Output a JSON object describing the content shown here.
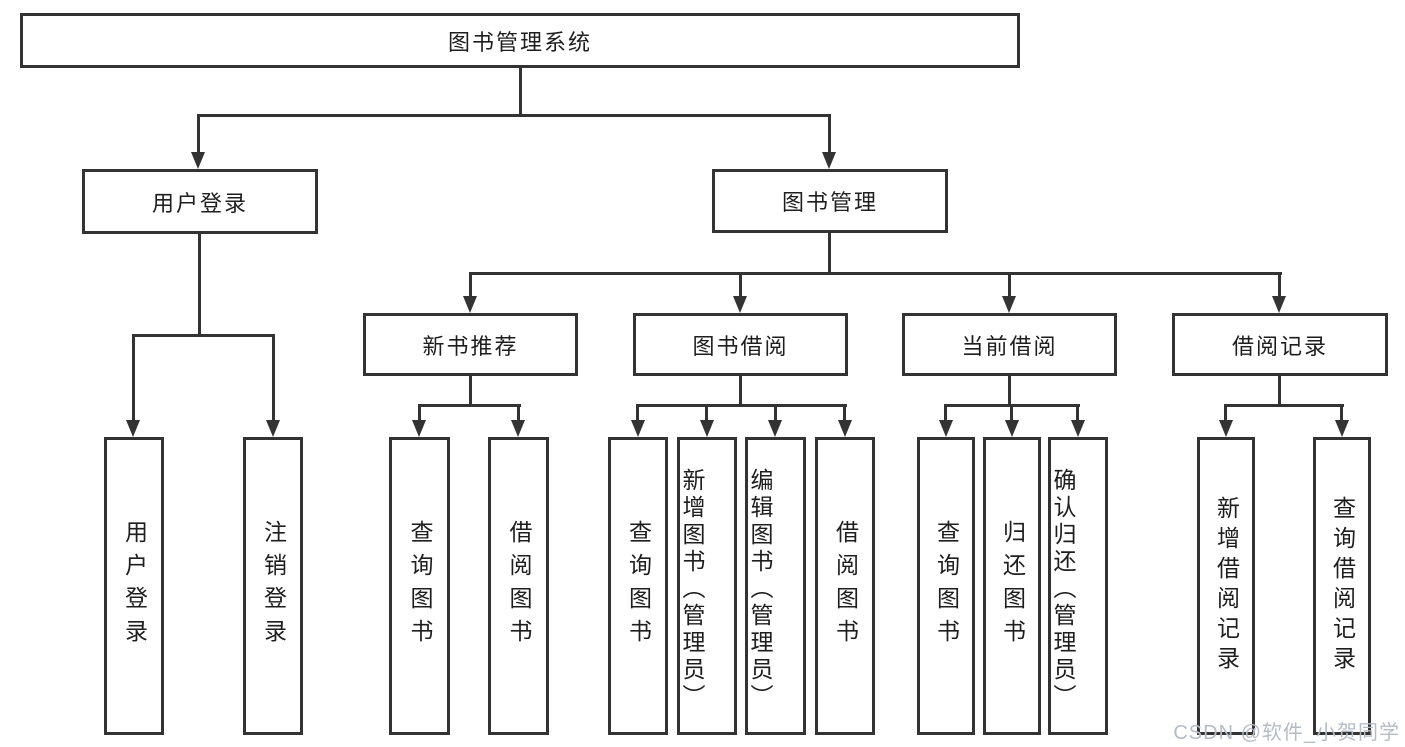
{
  "diagram_title": "图书管理系统",
  "tree": {
    "label": "图书管理系统",
    "children": [
      {
        "label": "用户登录",
        "children": [
          {
            "label": "用户登录"
          },
          {
            "label": "注销登录"
          }
        ]
      },
      {
        "label": "图书管理",
        "children": [
          {
            "label": "新书推荐",
            "children": [
              {
                "label": "查询图书"
              },
              {
                "label": "借阅图书"
              }
            ]
          },
          {
            "label": "图书借阅",
            "children": [
              {
                "label": "查询图书"
              },
              {
                "label": "新增图书（管理员）"
              },
              {
                "label": "编辑图书（管理员）"
              },
              {
                "label": "借阅图书"
              }
            ]
          },
          {
            "label": "当前借阅",
            "children": [
              {
                "label": "查询图书"
              },
              {
                "label": "归还图书"
              },
              {
                "label": "确认归还（管理员）"
              }
            ]
          },
          {
            "label": "借阅记录",
            "children": [
              {
                "label": "新增借阅记录"
              },
              {
                "label": "查询借阅记录"
              }
            ]
          }
        ]
      }
    ]
  },
  "watermark": {
    "text": "CSDN @软件_小贺同学"
  },
  "colors": {
    "line": "#333333",
    "text": "#1e1e1e",
    "background": "#ffffff",
    "watermark": "#b6bcc6"
  }
}
